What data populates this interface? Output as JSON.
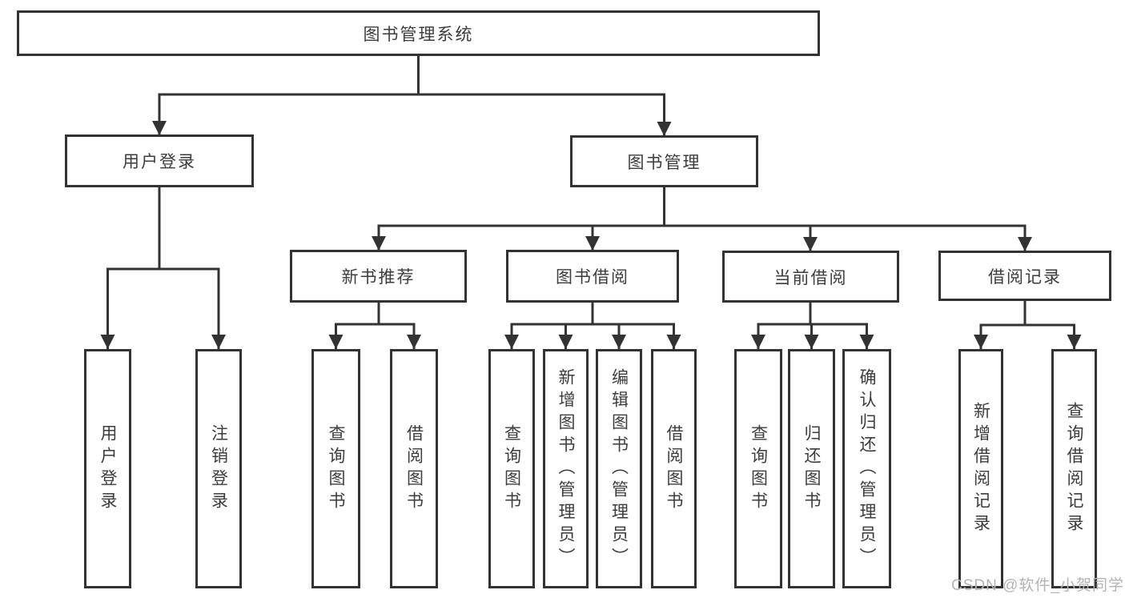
{
  "diagram": {
    "type": "hierarchy-tree",
    "colors": {
      "line": "#333333",
      "box_border": "#333333",
      "text": "#3c3c3c",
      "watermark": "#b3b3b3",
      "background": "#ffffff"
    },
    "tree": {
      "label": "图书管理系统",
      "children": [
        {
          "label": "用户登录",
          "children": [
            {
              "label": "用户登录"
            },
            {
              "label": "注销登录"
            }
          ]
        },
        {
          "label": "图书管理",
          "children": [
            {
              "label": "新书推荐",
              "children": [
                {
                  "label": "查询图书"
                },
                {
                  "label": "借阅图书"
                }
              ]
            },
            {
              "label": "图书借阅",
              "children": [
                {
                  "label": "查询图书"
                },
                {
                  "label": "新增图书（管理员）"
                },
                {
                  "label": "编辑图书（管理员）"
                },
                {
                  "label": "借阅图书"
                }
              ]
            },
            {
              "label": "当前借阅",
              "children": [
                {
                  "label": "查询图书"
                },
                {
                  "label": "归还图书"
                },
                {
                  "label": "确认归还（管理员）"
                }
              ]
            },
            {
              "label": "借阅记录",
              "children": [
                {
                  "label": "新增借阅记录"
                },
                {
                  "label": "查询借阅记录"
                }
              ]
            }
          ]
        }
      ]
    },
    "watermark": {
      "text": "CSDN @软件_小贺同学"
    }
  }
}
